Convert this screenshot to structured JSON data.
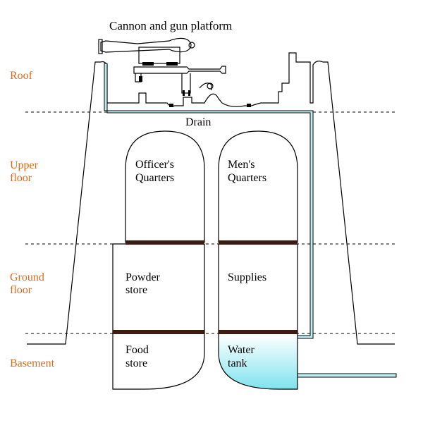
{
  "title": "Cannon and gun platform",
  "colors": {
    "level_label": "#e06a1a",
    "floor": "#3b1b12",
    "water": "#7fe3ee",
    "pipe_fill": "#bfeff5"
  },
  "levels": {
    "roof": "Roof",
    "upper": [
      "Upper",
      "floor"
    ],
    "ground": [
      "Ground",
      "floor"
    ],
    "basement": "Basement"
  },
  "labels": {
    "drain": "Drain",
    "officers_quarters": [
      "Officer's",
      "Quarters"
    ],
    "mens_quarters": [
      "Men's",
      "Quarters"
    ],
    "powder_store": [
      "Powder",
      "store"
    ],
    "supplies": "Supplies",
    "food_store": [
      "Food",
      "store"
    ],
    "water_tank": [
      "Water",
      "tank"
    ]
  },
  "icons": {
    "cannon": "cannon-icon"
  }
}
